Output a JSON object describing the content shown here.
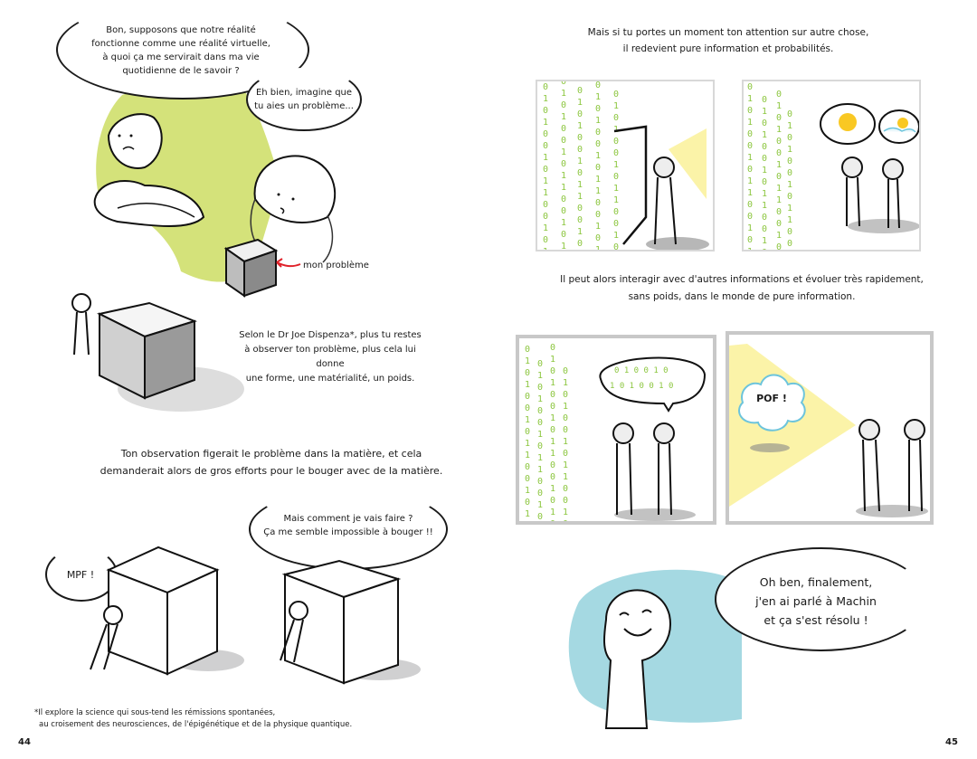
{
  "colors": {
    "lime_green": "#d4e27a",
    "matrix_green": "#8cc63f",
    "sky_blue": "#a5d9e2",
    "light_yellow": "#fbf3a8",
    "sun_yellow": "#f9c823",
    "red_arrow": "#e0222a",
    "panel_border": "#c8c8c8"
  },
  "left_page": {
    "page_number": "44",
    "bubble_question": {
      "lines": [
        "Bon, supposons que notre réalité",
        "fonctionne comme une réalité virtuelle,",
        "à quoi ça me servirait dans ma vie",
        "quotidienne de le savoir ?"
      ]
    },
    "bubble_answer": {
      "lines": [
        "Eh bien, imagine que",
        "tu aies un problème..."
      ]
    },
    "cube_label": "mon problème",
    "narration_dispenza": {
      "lines": [
        "Selon le Dr Joe Dispenza*, plus tu restes",
        "à observer ton problème, plus cela lui donne",
        "une forme, une matérialité, un poids."
      ]
    },
    "narration_observation": {
      "lines": [
        "Ton observation figerait le problème dans la matière, et cela",
        "demanderait alors de gros efforts pour le bouger avec de la matière."
      ]
    },
    "bubble_mpf": "MPF !",
    "bubble_how": {
      "lines": [
        "Mais comment je vais faire ?",
        "Ça me semble impossible à bouger !!"
      ]
    },
    "footnote": {
      "lines": [
        "*Il explore la science qui sous-tend les rémissions spontanées,",
        "au croisement des neurosciences, de l'épigénétique et de la physique quantique."
      ]
    }
  },
  "right_page": {
    "page_number": "45",
    "narration_attention": {
      "lines": [
        "Mais si tu portes un moment ton attention sur autre chose,",
        "il redevient pure information et probabilités."
      ]
    },
    "narration_interact": {
      "lines": [
        "Il peut alors interagir avec d'autres informations et évoluer très rapidement,",
        "sans poids, dans le monde de pure information."
      ]
    },
    "matrix_code": "0 1 0 1 0 0 1 0 1 1 0 0 1 0 1 0 1 0 0 1 0 1 1 0",
    "pof_text": "POF !",
    "bubble_resolved": {
      "lines": [
        "Oh ben, finalement,",
        "j'en ai parlé à Machin",
        "et ça s'est résolu !"
      ]
    }
  }
}
